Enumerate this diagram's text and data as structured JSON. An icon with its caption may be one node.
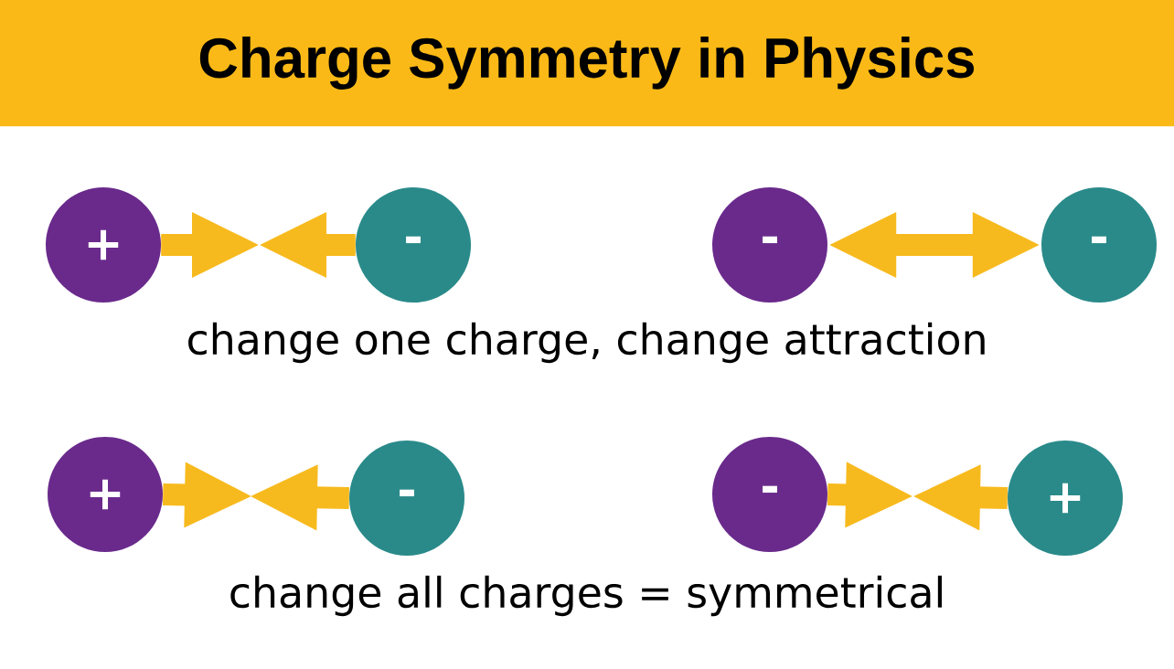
{
  "diagram": {
    "title": "Charge Symmetry in Physics",
    "nodes": [
      {
        "text": [
          "+"
        ]
      },
      {
        "text": [
          "-"
        ]
      },
      {
        "text": [
          "-"
        ]
      },
      {
        "text": [
          "-"
        ]
      },
      {
        "text": [
          "+"
        ]
      },
      {
        "text": [
          "-"
        ]
      },
      {
        "text": [
          "-"
        ]
      },
      {
        "text": [
          "+"
        ]
      }
    ],
    "edges": [
      {
        "from": 0,
        "to": null,
        "arrow": "to"
      },
      {
        "from": 1,
        "to": null,
        "arrow": "to"
      },
      {
        "from": 2,
        "to": 3,
        "arrow": "both"
      },
      {
        "from": 4,
        "to": null,
        "arrow": "to"
      },
      {
        "from": 5,
        "to": null,
        "arrow": "to"
      },
      {
        "from": 6,
        "to": null,
        "arrow": "to"
      },
      {
        "from": 7,
        "to": null,
        "arrow": "to"
      }
    ],
    "labels": [
      "change one charge, change attraction",
      "change all charges = symmetrical"
    ]
  }
}
